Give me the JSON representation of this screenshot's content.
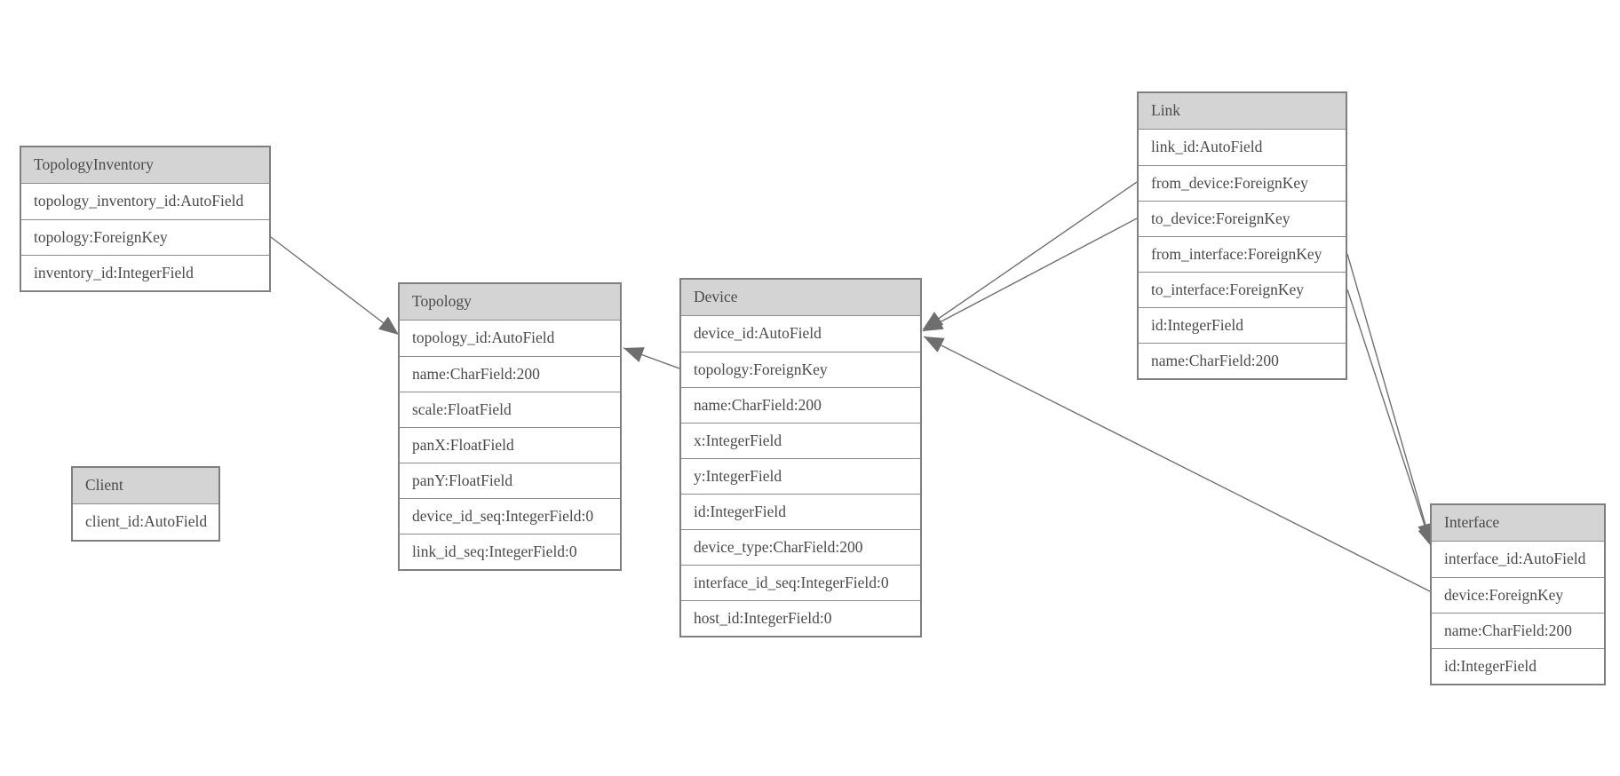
{
  "diagram": {
    "entities": [
      {
        "id": "topology_inventory",
        "name": "TopologyInventory",
        "fields": [
          "topology_inventory_id:AutoField",
          "topology:ForeignKey",
          "inventory_id:IntegerField"
        ]
      },
      {
        "id": "topology",
        "name": "Topology",
        "fields": [
          "topology_id:AutoField",
          "name:CharField:200",
          "scale:FloatField",
          "panX:FloatField",
          "panY:FloatField",
          "device_id_seq:IntegerField:0",
          "link_id_seq:IntegerField:0"
        ]
      },
      {
        "id": "client",
        "name": "Client",
        "fields": [
          "client_id:AutoField"
        ]
      },
      {
        "id": "device",
        "name": "Device",
        "fields": [
          "device_id:AutoField",
          "topology:ForeignKey",
          "name:CharField:200",
          "x:IntegerField",
          "y:IntegerField",
          "id:IntegerField",
          "device_type:CharField:200",
          "interface_id_seq:IntegerField:0",
          "host_id:IntegerField:0"
        ]
      },
      {
        "id": "link",
        "name": "Link",
        "fields": [
          "link_id:AutoField",
          "from_device:ForeignKey",
          "to_device:ForeignKey",
          "from_interface:ForeignKey",
          "to_interface:ForeignKey",
          "id:IntegerField",
          "name:CharField:200"
        ]
      },
      {
        "id": "interface",
        "name": "Interface",
        "fields": [
          "interface_id:AutoField",
          "device:ForeignKey",
          "name:CharField:200",
          "id:IntegerField"
        ]
      }
    ],
    "relationships": [
      {
        "from": "TopologyInventory.topology",
        "to": "Topology.topology_id"
      },
      {
        "from": "Device.topology",
        "to": "Topology.topology_id"
      },
      {
        "from": "Link.from_device",
        "to": "Device.device_id"
      },
      {
        "from": "Link.to_device",
        "to": "Device.device_id"
      },
      {
        "from": "Interface.device",
        "to": "Device.device_id"
      },
      {
        "from": "Link.from_interface",
        "to": "Interface.interface_id"
      },
      {
        "from": "Link.to_interface",
        "to": "Interface.interface_id"
      }
    ],
    "colors": {
      "background": "#ffffff",
      "border": "#7f7f7f",
      "header_fill": "#d4d4d4",
      "text": "#4a4a4a",
      "line": "#707070",
      "arrow": "#6e6e6e"
    }
  }
}
